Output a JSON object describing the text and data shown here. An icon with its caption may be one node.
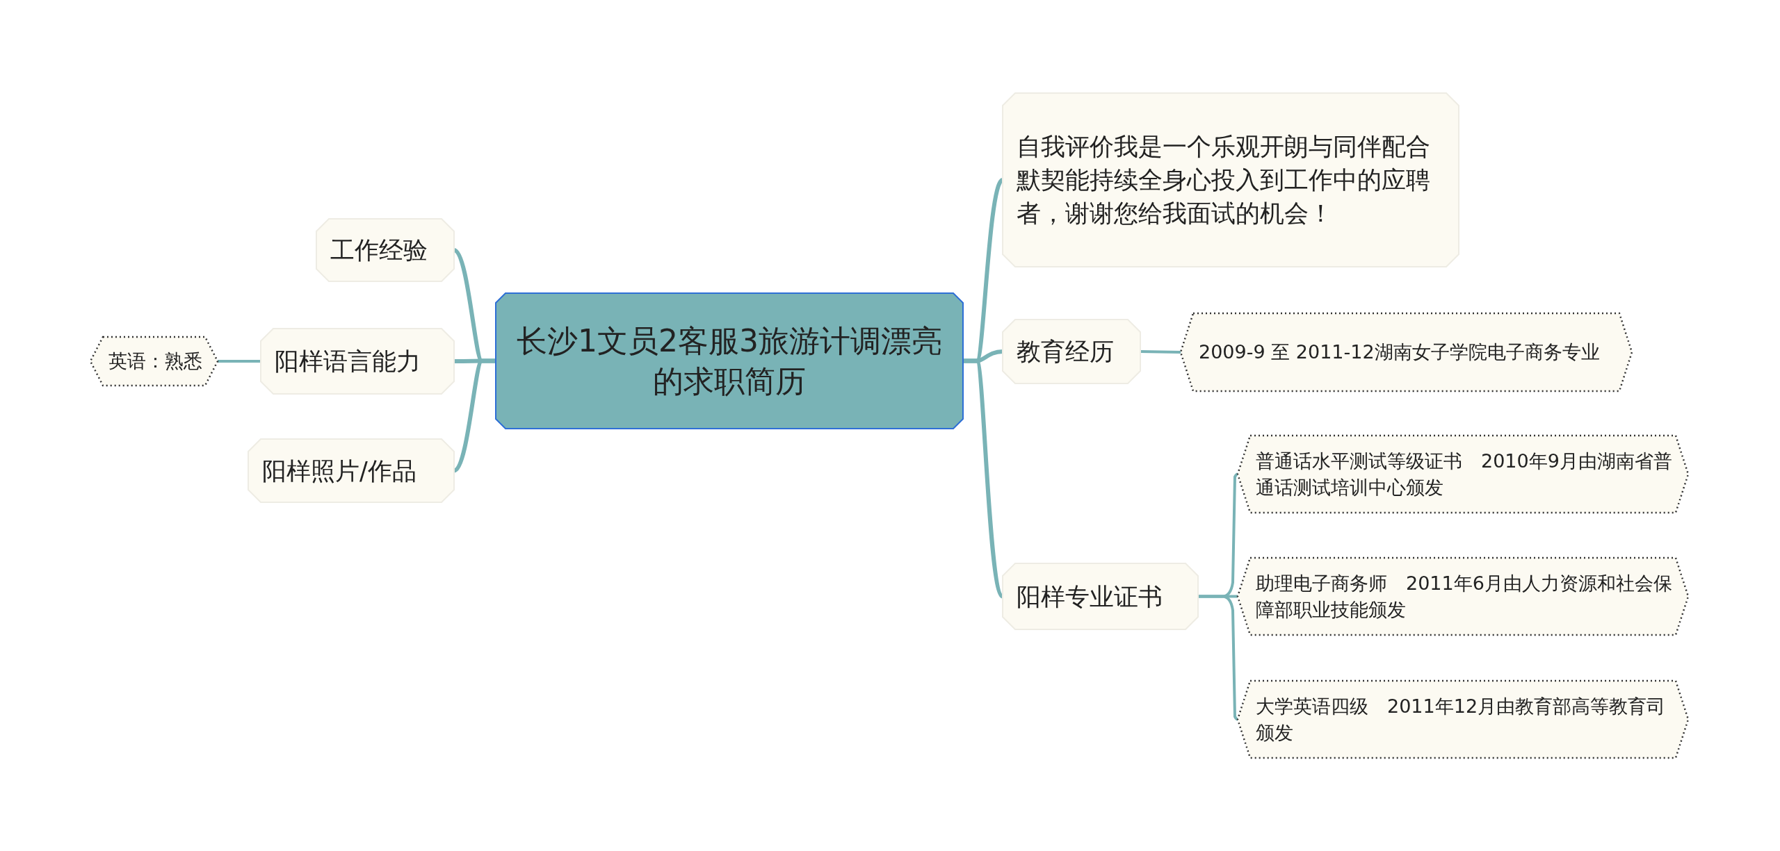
{
  "diagram": {
    "nodes": [
      {
        "text": [
          "长沙1文员2客服3旅游计调漂亮的求职简历"
        ]
      },
      {
        "text": [
          "工作经验"
        ]
      },
      {
        "text": [
          "阳样语言能力"
        ]
      },
      {
        "text": [
          "阳样照片/作品"
        ]
      },
      {
        "text": [
          "英语：熟悉"
        ]
      },
      {
        "text": [
          "自我评价我是一个乐观开朗与同伴配合默契能持续全身心投入到工作中的应聘者，谢谢您给我面试的机会！"
        ]
      },
      {
        "text": [
          "教育经历"
        ]
      },
      {
        "text": [
          "2009-9 至 2011-12湖南女子学院电子商务专业"
        ]
      },
      {
        "text": [
          "阳样专业证书"
        ]
      },
      {
        "text": [
          "普通话水平测试等级证书　2010年9月由湖南省普通话测试培训中心颁发"
        ]
      },
      {
        "text": [
          "助理电子商务师　2011年6月由人力资源和社会保障部职业技能颁发"
        ]
      },
      {
        "text": [
          "大学英语四级　2011年12月由教育部高等教育司颁发"
        ]
      }
    ],
    "edges": [
      {
        "from": 0,
        "to": 1,
        "arrow": "none"
      },
      {
        "from": 0,
        "to": 2,
        "arrow": "none"
      },
      {
        "from": 0,
        "to": 3,
        "arrow": "none"
      },
      {
        "from": 2,
        "to": 4,
        "arrow": "none"
      },
      {
        "from": 0,
        "to": 5,
        "arrow": "none"
      },
      {
        "from": 0,
        "to": 6,
        "arrow": "none"
      },
      {
        "from": 6,
        "to": 7,
        "arrow": "none"
      },
      {
        "from": 0,
        "to": 8,
        "arrow": "none"
      },
      {
        "from": 8,
        "to": 9,
        "arrow": "none"
      },
      {
        "from": 8,
        "to": 10,
        "arrow": "none"
      },
      {
        "from": 8,
        "to": 11,
        "arrow": "none"
      }
    ]
  }
}
